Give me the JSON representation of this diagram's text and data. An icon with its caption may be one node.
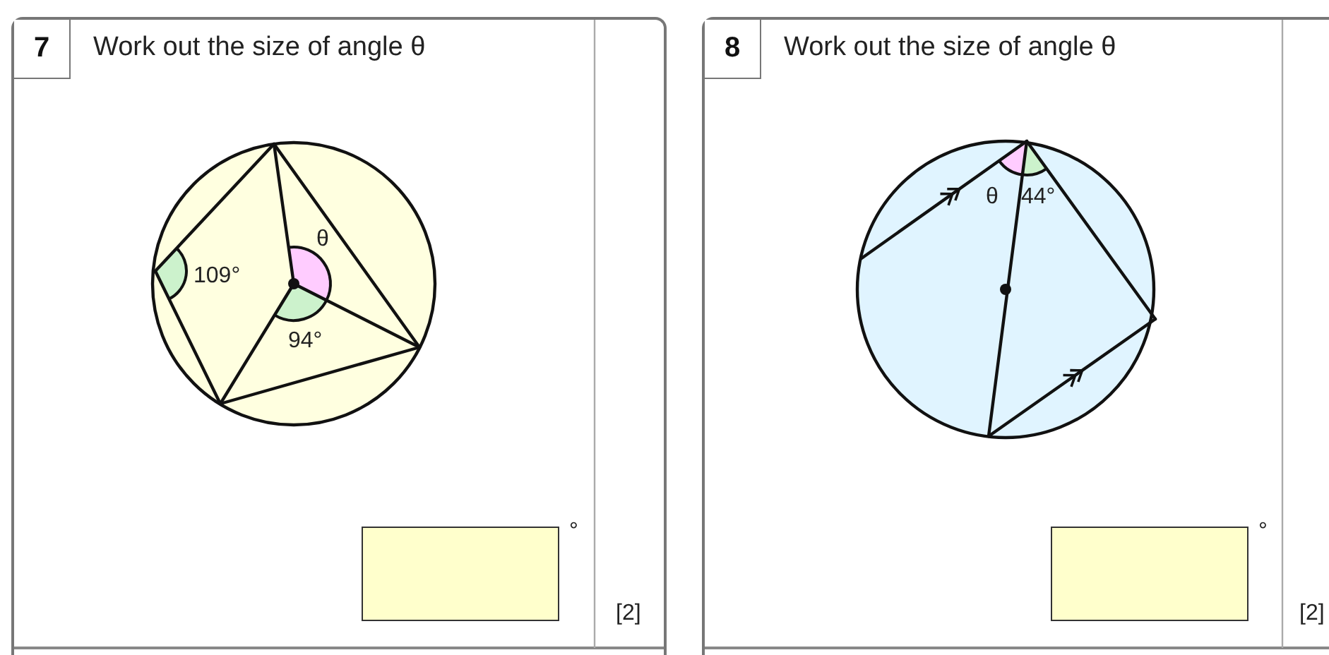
{
  "diagram": {
    "nodes": [
      {
        "text": [
          "Work out the size of angle θ"
        ]
      },
      {
        "text": [
          "7"
        ],
        "in": 0
      },
      {
        "text": [
          "Work out the size of angle θ"
        ]
      },
      {
        "text": [
          "8"
        ],
        "in": 2
      }
    ],
    "edges": [],
    "labels": [
      "θ",
      "109°",
      "94°",
      "°",
      "[2]",
      "θ",
      "44°",
      "°",
      "[2]"
    ]
  }
}
